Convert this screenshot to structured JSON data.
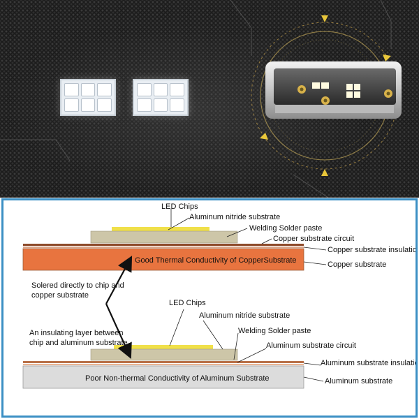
{
  "top": {
    "left_module": {
      "rows": 2,
      "cols": 3
    },
    "right_module": {
      "rows": 2,
      "cols": 3
    }
  },
  "diagram": {
    "copper": {
      "led_chips": "LED Chips",
      "nitride": "Aluminum nitride substrate",
      "solder": "Welding Solder paste",
      "circuit": "Copper substrate circuit",
      "insulation": "Copper substrate insulation",
      "substrate": "Copper substrate",
      "band_text": "Good Thermal Conductivity of CopperSubstrate"
    },
    "aluminum": {
      "led_chips": "LED Chips",
      "nitride": "Aluminum nitride substrate",
      "solder": "Welding Solder paste",
      "circuit": "Aluminum substrate circuit",
      "insulation": "Aluminum substrate insulation",
      "substrate": "Aluminum substrate",
      "band_text": "Poor Non-thermal Conductivity of Aluminum Substrate"
    },
    "note_direct": [
      "Solered directly to chip and",
      "copper substrate"
    ],
    "note_insulating": [
      "An insulating layer between",
      "chip and aluminum substrate"
    ]
  },
  "colors": {
    "copper_band": "#e8743f",
    "aluminum_band": "#dcdcdc",
    "chip": "#f0e04a",
    "nitride": "#cdc6a8",
    "frame": "#3c8fc4"
  }
}
